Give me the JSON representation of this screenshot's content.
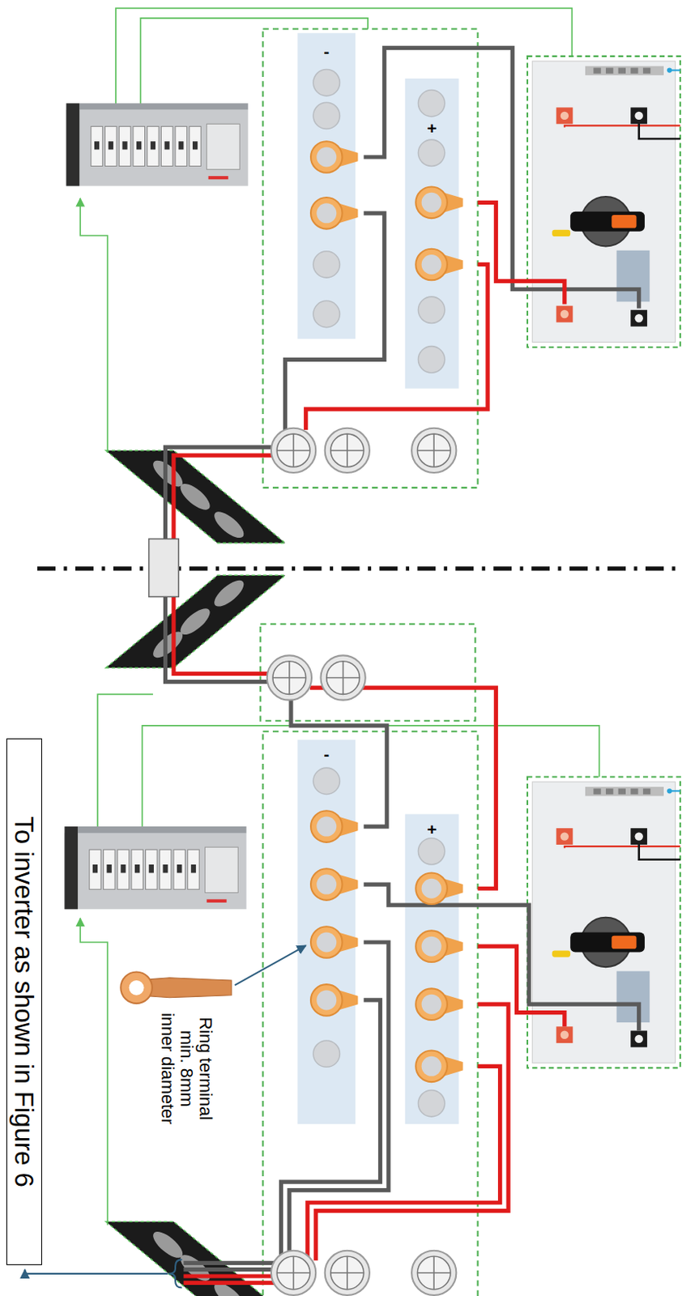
{
  "diagram": {
    "nodes": [
      {
        "text": [
          "-"
        ]
      },
      {
        "text": [
          "+"
        ]
      },
      {
        "text": [
          "-"
        ]
      },
      {
        "text": [
          "+"
        ]
      },
      {
        "text": [
          "To inverter as shown in Figure 6"
        ]
      }
    ],
    "labels": [
      "Ring terminal min. 8mm inner diameter"
    ]
  }
}
